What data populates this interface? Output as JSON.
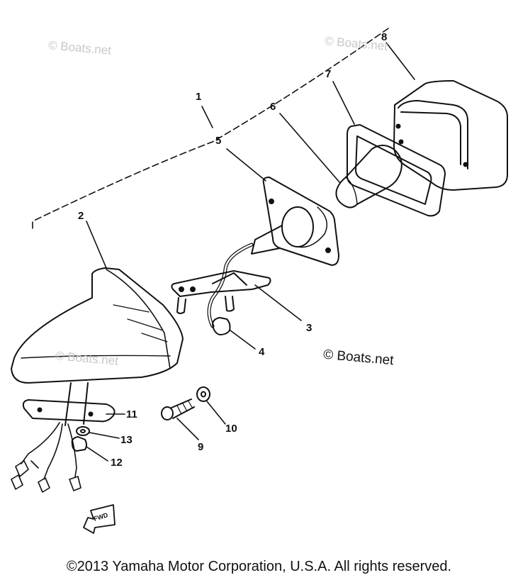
{
  "diagram": {
    "callouts": [
      {
        "label": "1"
      },
      {
        "label": "2"
      },
      {
        "label": "3"
      },
      {
        "label": "4"
      },
      {
        "label": "5"
      },
      {
        "label": "6"
      },
      {
        "label": "7"
      },
      {
        "label": "8"
      },
      {
        "label": "9"
      },
      {
        "label": "10"
      },
      {
        "label": "11"
      },
      {
        "label": "12"
      },
      {
        "label": "13"
      }
    ],
    "fwd_label": "FWD"
  },
  "watermarks": {
    "faint": "© Boats.net",
    "main": "© Boats.net"
  },
  "copyright": "©2013 Yamaha Motor Corporation, U.S.A. All rights reserved."
}
